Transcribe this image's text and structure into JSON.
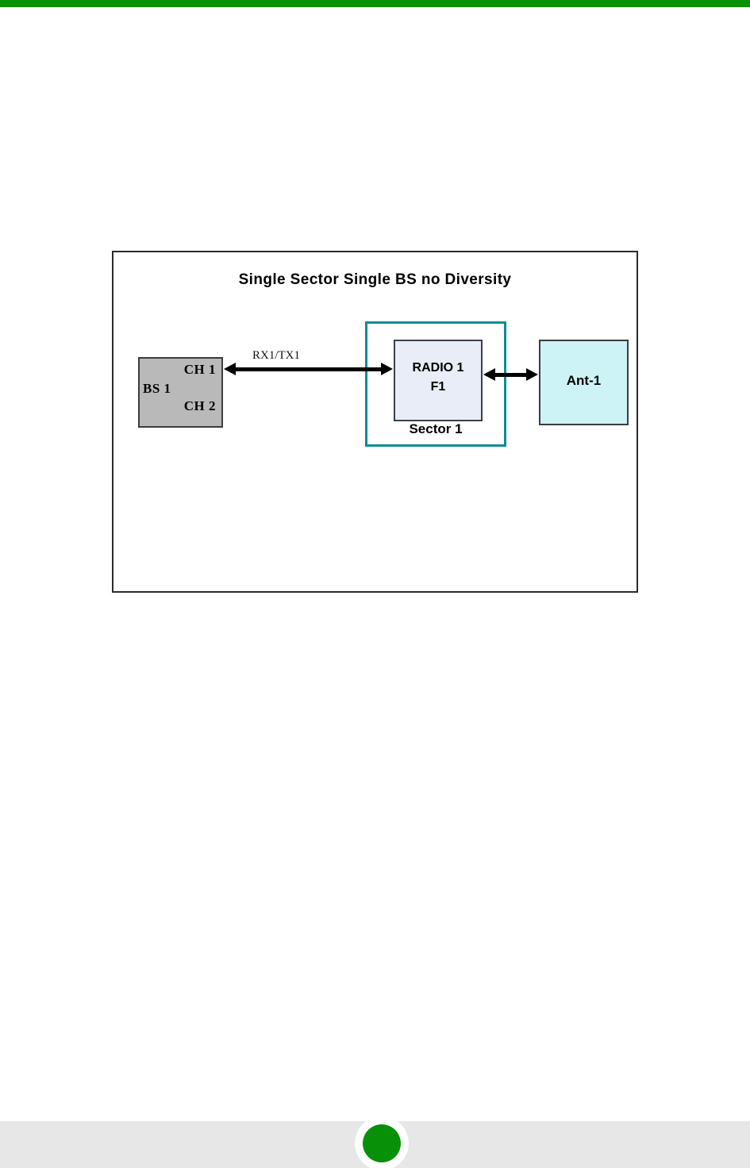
{
  "page": {
    "background": "#ffffff",
    "accent_bar_color": "#089008",
    "footer": {
      "band_color": "#e7e7e7",
      "ring_color": "#ffffff",
      "dot_color": "#089008"
    }
  },
  "diagram": {
    "title": "Single Sector Single BS no Diversity",
    "frame_border_color": "#2b2b2b",
    "bs1": {
      "label": "BS 1",
      "ch1_label": "CH 1",
      "ch2_label": "CH 2",
      "fill": "#b9b9b9",
      "border_color": "#3c3c3c"
    },
    "link_bs_radio": {
      "label": "RX1/TX1"
    },
    "sector1": {
      "label": "Sector 1",
      "border_color": "#0e8d96"
    },
    "radio1": {
      "name": "RADIO 1",
      "frequency": "F1",
      "fill": "#e8edf8",
      "border_color": "#3a4147"
    },
    "ant1": {
      "label": "Ant-1",
      "fill": "#cdf3f6",
      "border_color": "#3c3c3c"
    }
  }
}
